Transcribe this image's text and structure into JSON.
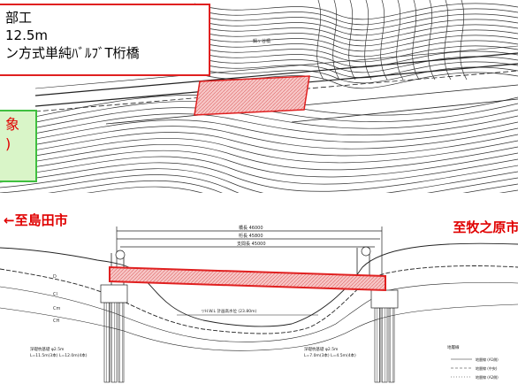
{
  "callout": {
    "line1": "部工",
    "line2": "12.5m",
    "line3": "ン方式単純ﾊﾞﾙﾌﾞT桁橋"
  },
  "green_note": {
    "line1": "象",
    "line2": ")"
  },
  "directions": {
    "left": "←至島田市",
    "right": "至牧之原市→"
  },
  "plan_labels": {
    "place": "鍋ヶ谷橋"
  },
  "profile_labels": {
    "length1": "橋長 46000",
    "length2": "桁長 45800",
    "length3": "支間長 45000",
    "hwl": "▽H.W.L 計画高水位 (23.80m)",
    "foundation_left": "深礎杭基礎 φ2.5m",
    "foundation_left_sub": "L=11.5m(3本) L=12.0m(4本)",
    "foundation_right": "深礎杭基礎 φ2.5m",
    "foundation_right_sub": "L=7.0m(3本) L=4.5m(4本)",
    "legend_title": "地層線",
    "legend1": "地層線 (A1側)",
    "legend2": "地層線 (中央)",
    "legend3": "地層線 (A2側)",
    "strata": [
      "D",
      "Cl",
      "Cm",
      "CH"
    ]
  },
  "colors": {
    "highlight_red": "#e02020",
    "hatch": "#f3b4b4",
    "green_bg": "#d9f5c8"
  }
}
